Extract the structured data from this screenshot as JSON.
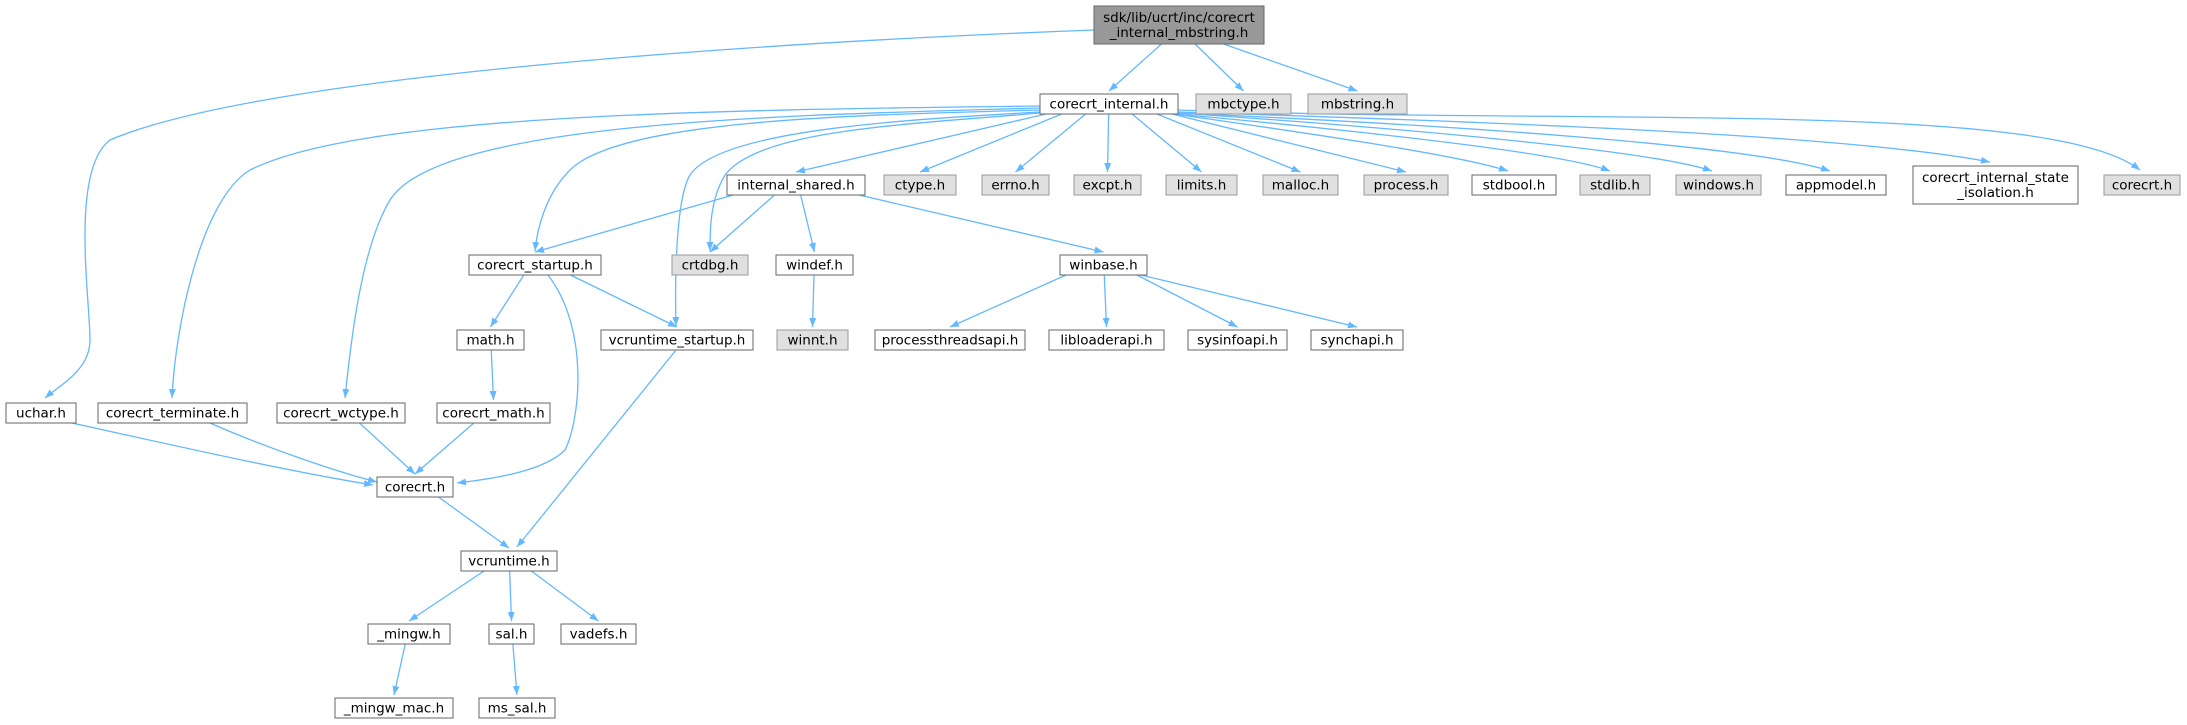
{
  "graph": {
    "title": "",
    "colors": {
      "edge": "#63b8ff",
      "normal_fill": "#ffffff",
      "normal_stroke": "#666666",
      "external_fill": "#e0e0e0",
      "external_stroke": "#999999",
      "root_fill": "#999999"
    },
    "nodes": [
      {
        "id": "root",
        "label": [
          "sdk/lib/ucrt/inc/corecrt",
          "_internal_mbstring.h"
        ],
        "kind": "root"
      },
      {
        "id": "corecrt_internal",
        "label": [
          "corecrt_internal.h"
        ],
        "kind": "normal"
      },
      {
        "id": "mbctype",
        "label": [
          "mbctype.h"
        ],
        "kind": "external"
      },
      {
        "id": "mbstring",
        "label": [
          "mbstring.h"
        ],
        "kind": "external"
      },
      {
        "id": "uchar",
        "label": [
          "uchar.h"
        ],
        "kind": "normal"
      },
      {
        "id": "internal_shared",
        "label": [
          "internal_shared.h"
        ],
        "kind": "normal"
      },
      {
        "id": "ctype",
        "label": [
          "ctype.h"
        ],
        "kind": "external"
      },
      {
        "id": "errno",
        "label": [
          "errno.h"
        ],
        "kind": "external"
      },
      {
        "id": "excpt",
        "label": [
          "excpt.h"
        ],
        "kind": "external"
      },
      {
        "id": "limits",
        "label": [
          "limits.h"
        ],
        "kind": "external"
      },
      {
        "id": "malloc",
        "label": [
          "malloc.h"
        ],
        "kind": "external"
      },
      {
        "id": "process",
        "label": [
          "process.h"
        ],
        "kind": "external"
      },
      {
        "id": "stdbool",
        "label": [
          "stdbool.h"
        ],
        "kind": "normal"
      },
      {
        "id": "stdlib",
        "label": [
          "stdlib.h"
        ],
        "kind": "external"
      },
      {
        "id": "windows",
        "label": [
          "windows.h"
        ],
        "kind": "external"
      },
      {
        "id": "appmodel",
        "label": [
          "appmodel.h"
        ],
        "kind": "normal"
      },
      {
        "id": "state_isolation",
        "label": [
          "corecrt_internal_state",
          "_isolation.h"
        ],
        "kind": "normal"
      },
      {
        "id": "corecrt_ext",
        "label": [
          "corecrt.h"
        ],
        "kind": "external"
      },
      {
        "id": "corecrt_startup",
        "label": [
          "corecrt_startup.h"
        ],
        "kind": "normal"
      },
      {
        "id": "crtdbg",
        "label": [
          "crtdbg.h"
        ],
        "kind": "external"
      },
      {
        "id": "windef",
        "label": [
          "windef.h"
        ],
        "kind": "normal"
      },
      {
        "id": "winbase",
        "label": [
          "winbase.h"
        ],
        "kind": "normal"
      },
      {
        "id": "math",
        "label": [
          "math.h"
        ],
        "kind": "normal"
      },
      {
        "id": "vcruntime_startup",
        "label": [
          "vcruntime_startup.h"
        ],
        "kind": "normal"
      },
      {
        "id": "winnt",
        "label": [
          "winnt.h"
        ],
        "kind": "external"
      },
      {
        "id": "processthreadsapi",
        "label": [
          "processthreadsapi.h"
        ],
        "kind": "normal"
      },
      {
        "id": "libloaderapi",
        "label": [
          "libloaderapi.h"
        ],
        "kind": "normal"
      },
      {
        "id": "sysinfoapi",
        "label": [
          "sysinfoapi.h"
        ],
        "kind": "normal"
      },
      {
        "id": "synchapi",
        "label": [
          "synchapi.h"
        ],
        "kind": "normal"
      },
      {
        "id": "corecrt_terminate",
        "label": [
          "corecrt_terminate.h"
        ],
        "kind": "normal"
      },
      {
        "id": "corecrt_wctype",
        "label": [
          "corecrt_wctype.h"
        ],
        "kind": "normal"
      },
      {
        "id": "corecrt_math",
        "label": [
          "corecrt_math.h"
        ],
        "kind": "normal"
      },
      {
        "id": "corecrt",
        "label": [
          "corecrt.h"
        ],
        "kind": "normal"
      },
      {
        "id": "vcruntime",
        "label": [
          "vcruntime.h"
        ],
        "kind": "normal"
      },
      {
        "id": "mingw",
        "label": [
          "_mingw.h"
        ],
        "kind": "normal"
      },
      {
        "id": "sal",
        "label": [
          "sal.h"
        ],
        "kind": "normal"
      },
      {
        "id": "vadefs",
        "label": [
          "vadefs.h"
        ],
        "kind": "normal"
      },
      {
        "id": "mingw_mac",
        "label": [
          "_mingw_mac.h"
        ],
        "kind": "normal"
      },
      {
        "id": "ms_sal",
        "label": [
          "ms_sal.h"
        ],
        "kind": "normal"
      }
    ],
    "edges": [
      [
        "root",
        "corecrt_internal"
      ],
      [
        "root",
        "mbctype"
      ],
      [
        "root",
        "mbstring"
      ],
      [
        "root",
        "uchar"
      ],
      [
        "corecrt_internal",
        "internal_shared"
      ],
      [
        "corecrt_internal",
        "ctype"
      ],
      [
        "corecrt_internal",
        "errno"
      ],
      [
        "corecrt_internal",
        "excpt"
      ],
      [
        "corecrt_internal",
        "limits"
      ],
      [
        "corecrt_internal",
        "malloc"
      ],
      [
        "corecrt_internal",
        "process"
      ],
      [
        "corecrt_internal",
        "stdbool"
      ],
      [
        "corecrt_internal",
        "stdlib"
      ],
      [
        "corecrt_internal",
        "windows"
      ],
      [
        "corecrt_internal",
        "appmodel"
      ],
      [
        "corecrt_internal",
        "state_isolation"
      ],
      [
        "corecrt_internal",
        "corecrt_ext"
      ],
      [
        "corecrt_internal",
        "corecrt_startup"
      ],
      [
        "corecrt_internal",
        "crtdbg"
      ],
      [
        "corecrt_internal",
        "vcruntime_startup"
      ],
      [
        "corecrt_internal",
        "corecrt_terminate"
      ],
      [
        "corecrt_internal",
        "corecrt_wctype"
      ],
      [
        "internal_shared",
        "corecrt_startup"
      ],
      [
        "internal_shared",
        "crtdbg"
      ],
      [
        "internal_shared",
        "windef"
      ],
      [
        "internal_shared",
        "winbase"
      ],
      [
        "windef",
        "winnt"
      ],
      [
        "winbase",
        "processthreadsapi"
      ],
      [
        "winbase",
        "libloaderapi"
      ],
      [
        "winbase",
        "sysinfoapi"
      ],
      [
        "winbase",
        "synchapi"
      ],
      [
        "corecrt_startup",
        "math"
      ],
      [
        "corecrt_startup",
        "vcruntime_startup"
      ],
      [
        "corecrt_startup",
        "corecrt"
      ],
      [
        "math",
        "corecrt_math"
      ],
      [
        "corecrt_math",
        "corecrt"
      ],
      [
        "vcruntime_startup",
        "vcruntime"
      ],
      [
        "uchar",
        "corecrt"
      ],
      [
        "corecrt_terminate",
        "corecrt"
      ],
      [
        "corecrt_wctype",
        "corecrt"
      ],
      [
        "corecrt",
        "vcruntime"
      ],
      [
        "vcruntime",
        "mingw"
      ],
      [
        "vcruntime",
        "sal"
      ],
      [
        "vcruntime",
        "vadefs"
      ],
      [
        "mingw",
        "mingw_mac"
      ],
      [
        "sal",
        "ms_sal"
      ]
    ]
  }
}
